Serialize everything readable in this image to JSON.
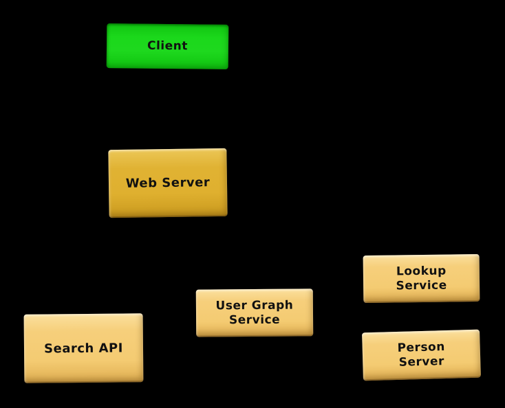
{
  "diagram": {
    "background_color": "#000000",
    "text_color": "#111111",
    "node_colors": {
      "client_green": "#1bd81b",
      "server_gold": "#dfb02f",
      "service_tan": "#f4cb72"
    },
    "nodes": [
      {
        "id": "client",
        "label": "Client",
        "lines": [
          "Client"
        ],
        "color": "#1bd81b"
      },
      {
        "id": "web-server",
        "label": "Web Server",
        "lines": [
          "Web Server"
        ],
        "color": "#dfb02f"
      },
      {
        "id": "search-api",
        "label": "Search API",
        "lines": [
          "Search API"
        ],
        "color": "#f4cb72"
      },
      {
        "id": "user-graph-service",
        "label": "User Graph Service",
        "lines": [
          "User Graph",
          "Service"
        ],
        "color": "#f4cb72"
      },
      {
        "id": "lookup-service",
        "label": "Lookup Service",
        "lines": [
          "Lookup",
          "Service"
        ],
        "color": "#f4cb72"
      },
      {
        "id": "person-server",
        "label": "Person Server",
        "lines": [
          "Person",
          "Server"
        ],
        "color": "#f4cb72"
      }
    ]
  }
}
